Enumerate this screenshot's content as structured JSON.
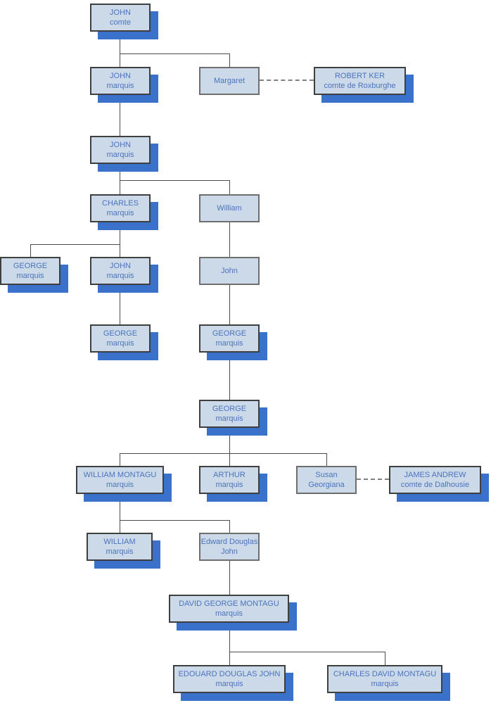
{
  "colors": {
    "page_bg": "#ffffff",
    "box_fill": "#ccd9e8",
    "box_border_titled": "#3f3f3f",
    "box_border_plain": "#6e6e6e",
    "box_shadow": "#3a72cb",
    "text": "#4a74bd",
    "tree_line": "#4c4c4c",
    "marriage_line": "#808080"
  },
  "tree": {
    "nodes": [
      {
        "line1": "JOHN",
        "line2": "comte"
      },
      {
        "line1": "JOHN",
        "line2": "marquis"
      },
      {
        "line1": "Margaret",
        "line2": ""
      },
      {
        "line1": "ROBERT KER",
        "line2": "comte de Roxburghe"
      },
      {
        "line1": "JOHN",
        "line2": "marquis"
      },
      {
        "line1": "CHARLES",
        "line2": "marquis"
      },
      {
        "line1": "William",
        "line2": ""
      },
      {
        "line1": "GEORGE",
        "line2": "marquis"
      },
      {
        "line1": "JOHN",
        "line2": "marquis"
      },
      {
        "line1": "John",
        "line2": ""
      },
      {
        "line1": "GEORGE",
        "line2": "marquis"
      },
      {
        "line1": "GEORGE",
        "line2": "marquis"
      },
      {
        "line1": "GEORGE",
        "line2": "marquis"
      },
      {
        "line1": "WILLIAM MONTAGU",
        "line2": "marquis"
      },
      {
        "line1": "ARTHUR",
        "line2": "marquis"
      },
      {
        "line1": "Susan",
        "line2": "Georgiana"
      },
      {
        "line1": "JAMES ANDREW",
        "line2": "comte de Dalhousie"
      },
      {
        "line1": "WILLIAM",
        "line2": "marquis"
      },
      {
        "line1": "Edward Douglas",
        "line2": "John"
      },
      {
        "line1": "DAVID GEORGE MONTAGU",
        "line2": "marquis"
      },
      {
        "line1": "EDOUARD DOUGLAS JOHN",
        "line2": "marquis"
      },
      {
        "line1": "CHARLES DAVID MONTAGU",
        "line2": "marquis"
      }
    ]
  }
}
